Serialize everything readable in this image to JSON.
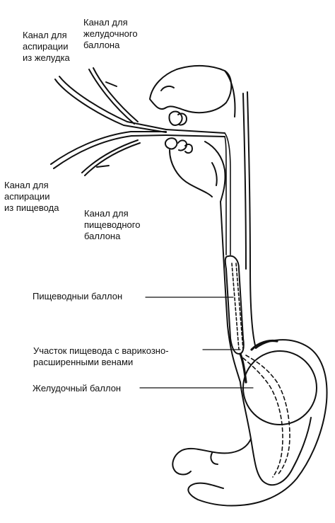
{
  "labels": {
    "stomach_aspiration_channel": "Канал для\nаспирации\nиз желудка",
    "gastric_balloon_channel": "Канал для\nжелудочного\nбаллона",
    "esophageal_aspiration_channel": "Канал для\nаспирации\nиз пищевода",
    "esophageal_balloon_channel": "Канал для\nпищеводного\nбаллона",
    "esophageal_balloon": "Пищеводныи баллон",
    "varices_segment": "Участок пищевода с варикозно-\nрасширенными венами",
    "gastric_balloon": "Желудочный баллон"
  },
  "colors": {
    "line": "#111111",
    "background": "#ffffff"
  }
}
